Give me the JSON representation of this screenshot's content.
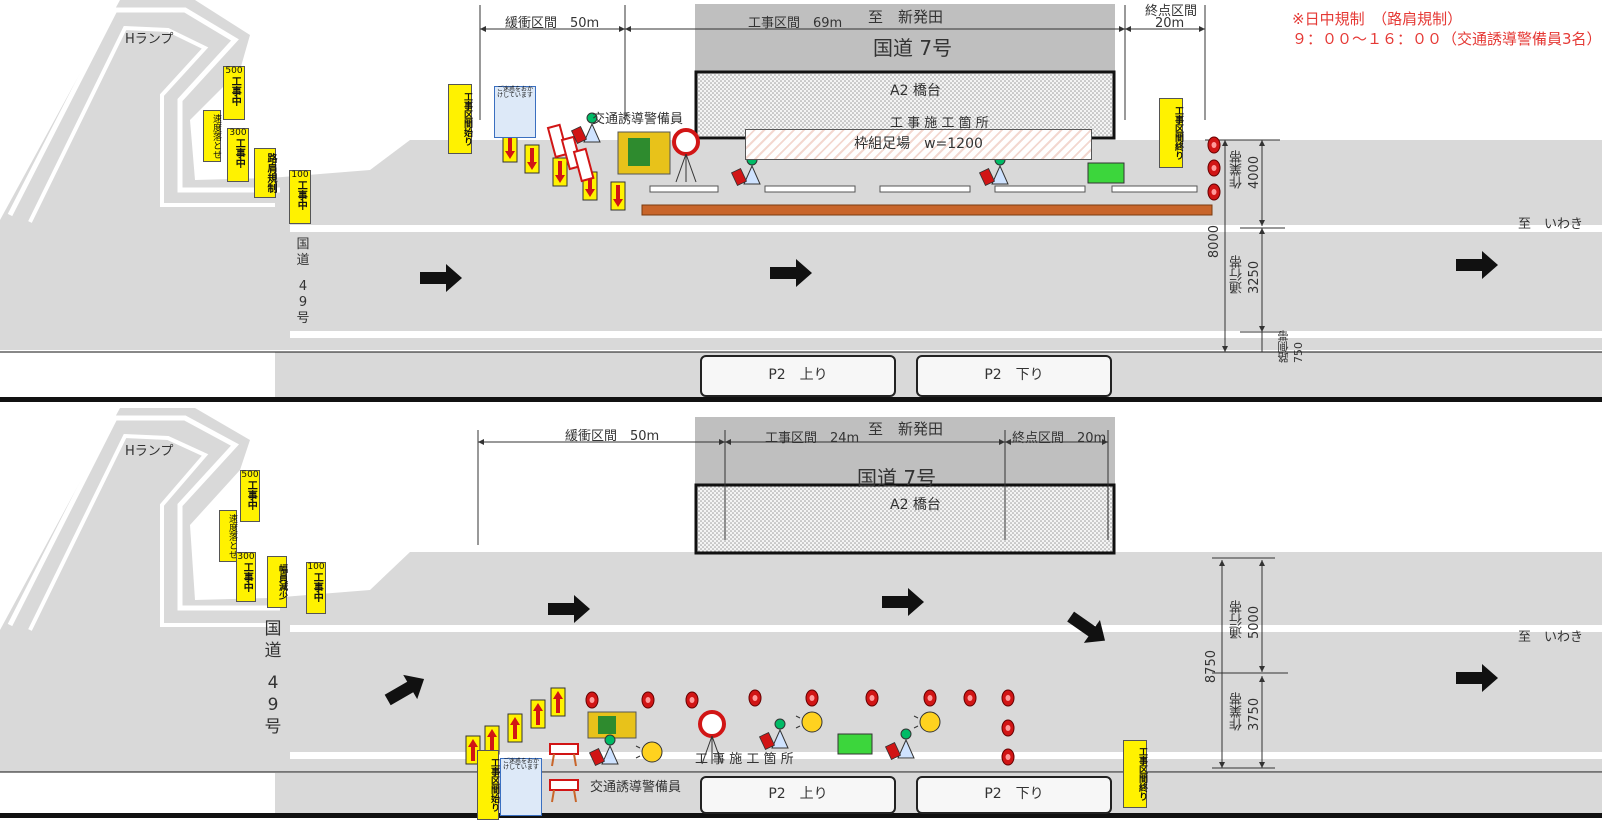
{
  "colors": {
    "road": "#d9d9d9",
    "lane_line": "#ffffff",
    "structure": "#bfbfbf",
    "abutment_fill": "#8c8c8c",
    "note_red": "#e53935",
    "sign_yellow": "#fff200",
    "cone_red": "#d11515",
    "barrier_brown": "#c8652a",
    "arrow": "#111111"
  },
  "note": {
    "line1": "※日中規制　（路肩規制）",
    "line2": "９：００～１６：００（交通誘導警備員3名）"
  },
  "top_plan": {
    "ramp_label": "Hランプ",
    "route49_chars": [
      "国",
      "道",
      "4",
      "9",
      "号"
    ],
    "bridge_to": "至　新発田",
    "route7": "国道 7号",
    "abutment": "A2 橋台",
    "construction_site": "工 事 施 工 箇 所",
    "scaffold": "枠組足場　w=1200",
    "guard_label": "交通誘導警備員",
    "to_iwaki": "至　いわき",
    "dim_buffer": "緩衝区間　50m",
    "dim_work": "工事区間　69m",
    "dim_end_title": "終点区間",
    "dim_end_value": "20m",
    "dim_total": "8000",
    "dim_work_zone": "作業帯\n4000",
    "dim_lane": "通行帯\n3250",
    "dim_shoulder": "路側帯\n750",
    "pier_up": "P2　上り",
    "pier_down": "P2　下り",
    "signs": {
      "speed": "速度落とせ",
      "dist500": "500",
      "dist300": "300",
      "dist100": "100",
      "under_construction": "工事中",
      "shoulder_closed": "路肩規制",
      "zone_start": "工事区間始り",
      "zone_end": "工事区間終り",
      "notice_title": "ご迷惑をおかけしています"
    }
  },
  "bottom_plan": {
    "ramp_label": "Hランプ",
    "route49_chars": [
      "国",
      "道",
      "4",
      "9",
      "号"
    ],
    "bridge_to": "至　新発田",
    "route7": "国道 7号",
    "abutment": "A2 橋台",
    "construction_site": "工 事 施 工 箇 所",
    "guard_label": "交通誘導警備員",
    "to_iwaki": "至　いわき",
    "dim_buffer": "緩衝区間　50m",
    "dim_work": "工事区間　24m",
    "dim_end": "終点区間　20m",
    "dim_total": "8750",
    "dim_lane": "通行帯\n5000",
    "dim_work_zone": "作業帯\n3750",
    "pier_up": "P2　上り",
    "pier_down": "P2　下り",
    "signs": {
      "speed": "速度落とせ",
      "dist500": "500",
      "dist300": "300",
      "dist100": "100",
      "under_construction": "工事中",
      "lane_reduced": "幅員減少",
      "zone_start": "工事区間始り",
      "zone_end": "工事区間終り",
      "notice_title": "ご迷惑をおかけしています"
    }
  }
}
